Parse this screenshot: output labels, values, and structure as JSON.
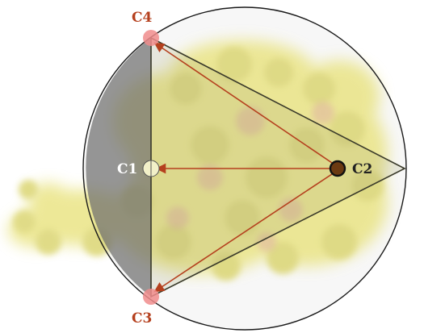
{
  "diagram": {
    "labels": {
      "c1": "C1",
      "c2": "C2",
      "c3": "C3",
      "c4": "C4"
    },
    "colors": {
      "outer_circle_stroke": "#1a1a1a",
      "triangle_stroke": "#3a3a2a",
      "arrow_color": "#b5401e",
      "label_c2_color": "#222222",
      "label_c1_color": "#ffffff",
      "label_c3_c4_color": "#b5401e",
      "blob_fill": "#e8e27a",
      "blob_accent": "#d9a08a",
      "segment_shade": "#7a7a7a",
      "vertex_marker": "#f08c8c",
      "c1_marker": "#f2f0c8",
      "c2_marker": "#6b3a12"
    },
    "icons": {
      "arrow_head": "triangle-arrowhead",
      "vertex_marker": "circle-marker"
    }
  }
}
